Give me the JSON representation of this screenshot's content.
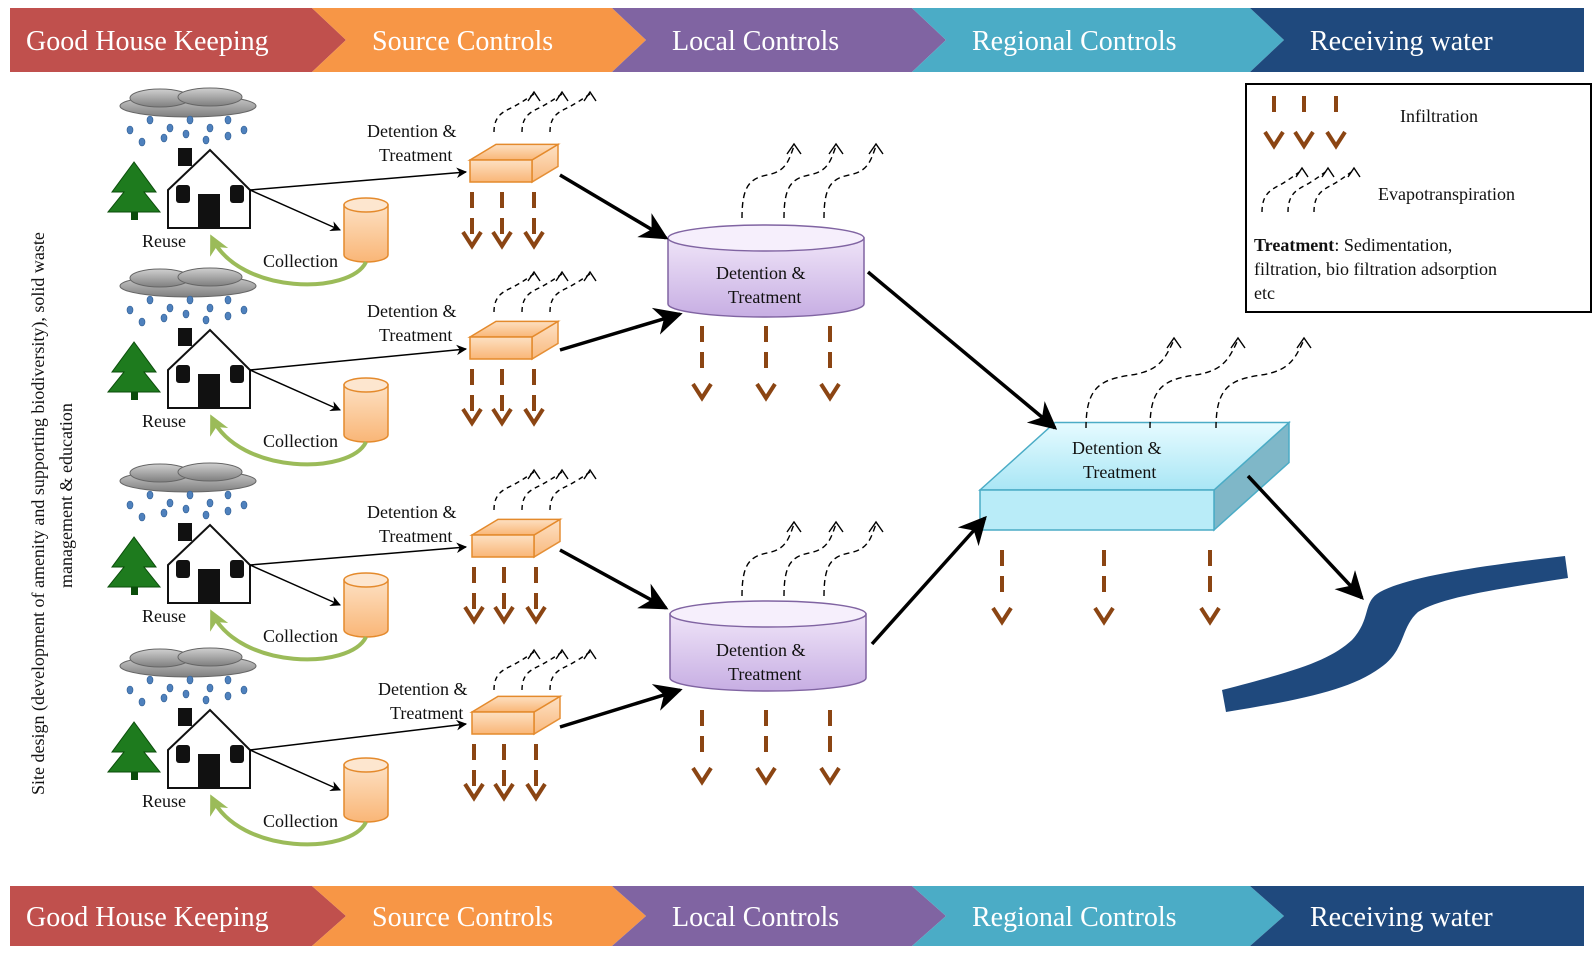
{
  "bands": [
    {
      "label": "Good House Keeping",
      "color": "#c0504d"
    },
    {
      "label": "Source Controls",
      "color": "#f79646"
    },
    {
      "label": "Local Controls",
      "color": "#8064a2"
    },
    {
      "label": "Regional Controls",
      "color": "#4bacc6"
    },
    {
      "label": "Receiving water",
      "color": "#1f497d"
    }
  ],
  "side_text": {
    "line1": "Site design (development of amenity and supporting biodiversity), solid waste",
    "line2": "management & education"
  },
  "labels": {
    "reuse": "Reuse",
    "collection": "Collection",
    "detention": "Detention &",
    "treatment": "Treatment"
  },
  "legend": {
    "infiltration": "Infiltration",
    "evapotranspiration": "Evapotranspiration",
    "treatment_bold": "Treatment",
    "treatment_line1": ": Sedimentation,",
    "treatment_line2": "filtration, bio filtration adsorption",
    "treatment_line3": "etc"
  },
  "colors": {
    "infiltration": "#8b4513",
    "reuse_arrow": "#9bbb59",
    "source_box": "#fcc48c",
    "collection": "#fcc48c",
    "local_tank": "#d9c3ee",
    "regional_box": "#c6f1fb",
    "river": "#1f497d",
    "tree": "#1e7b1e"
  }
}
